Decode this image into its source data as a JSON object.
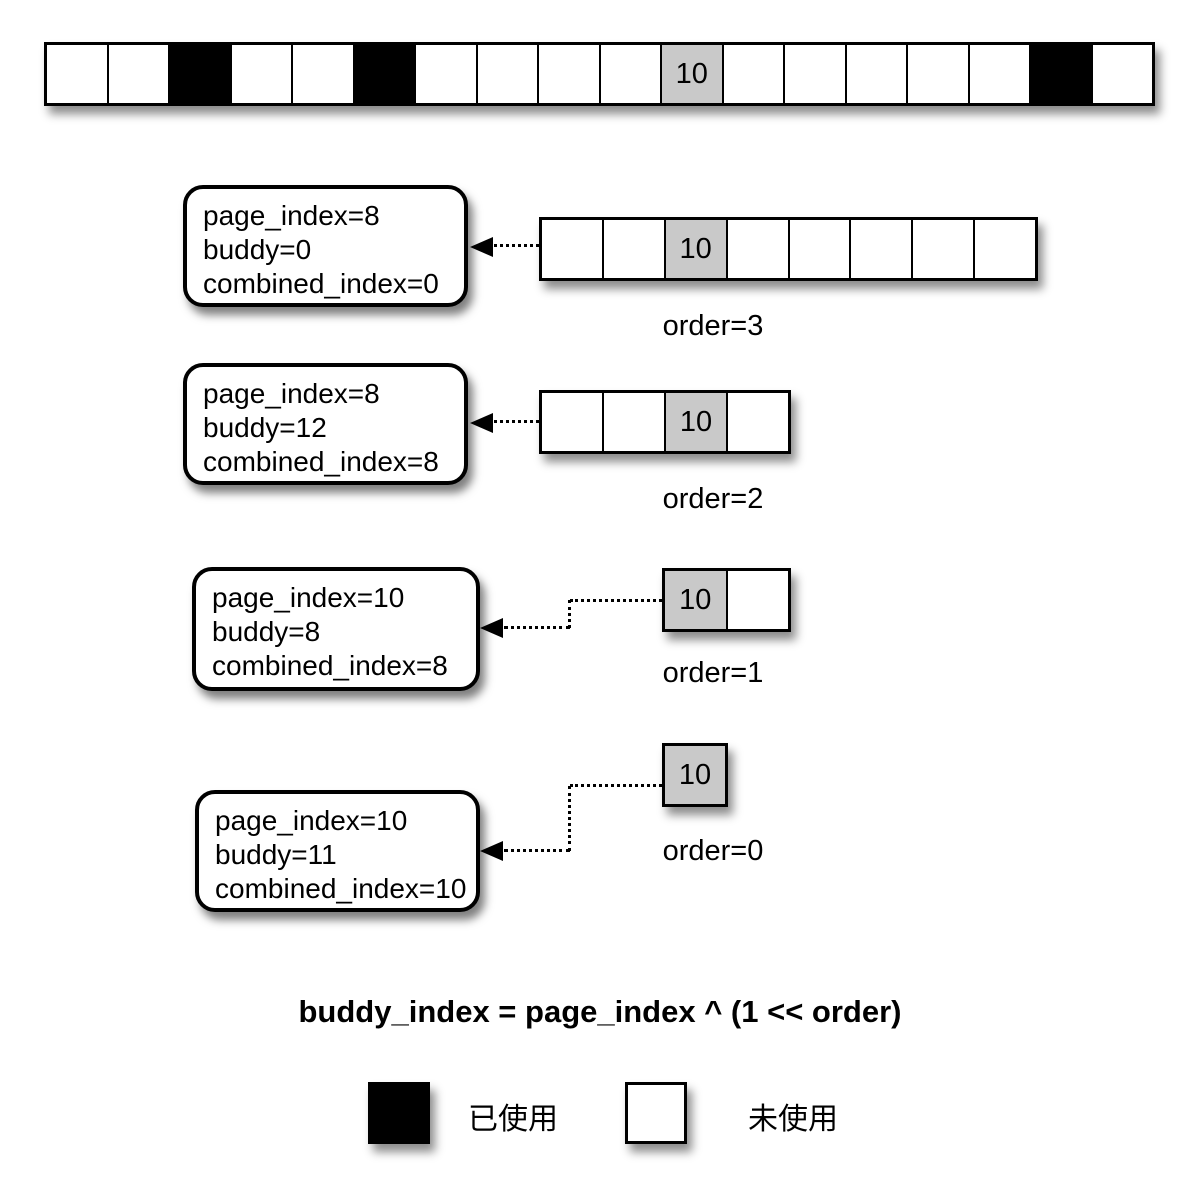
{
  "colors": {
    "used": "#000000",
    "free": "#ffffff",
    "target": "#c9c9c9",
    "ink": "#000000"
  },
  "top_row": {
    "cells": [
      "free",
      "free",
      "used",
      "free",
      "free",
      "used",
      "free",
      "free",
      "free",
      "free",
      "target",
      "free",
      "free",
      "free",
      "free",
      "free",
      "used",
      "free"
    ],
    "target_label": "10"
  },
  "steps": [
    {
      "box": {
        "lines": [
          "page_index=8",
          "buddy=0",
          "combined_index=0"
        ]
      },
      "row": {
        "cells": [
          "free",
          "free",
          "target",
          "free",
          "free",
          "free",
          "free",
          "free"
        ],
        "target_label": "10"
      },
      "order_label": "order=3"
    },
    {
      "box": {
        "lines": [
          "page_index=8",
          "buddy=12",
          "combined_index=8"
        ]
      },
      "row": {
        "cells": [
          "free",
          "free",
          "target",
          "free"
        ],
        "target_label": "10"
      },
      "order_label": "order=2"
    },
    {
      "box": {
        "lines": [
          "page_index=10",
          "buddy=8",
          "combined_index=8"
        ]
      },
      "row": {
        "cells": [
          "target",
          "free"
        ],
        "target_label": "10"
      },
      "order_label": "order=1"
    },
    {
      "box": {
        "lines": [
          "page_index=10",
          "buddy=11",
          "combined_index=10"
        ]
      },
      "row": {
        "cells": [
          "target"
        ],
        "target_label": "10"
      },
      "order_label": "order=0"
    }
  ],
  "formula": "buddy_index = page_index ^ (1 << order)",
  "legend": {
    "used_label": "已使用",
    "free_label": "未使用"
  }
}
